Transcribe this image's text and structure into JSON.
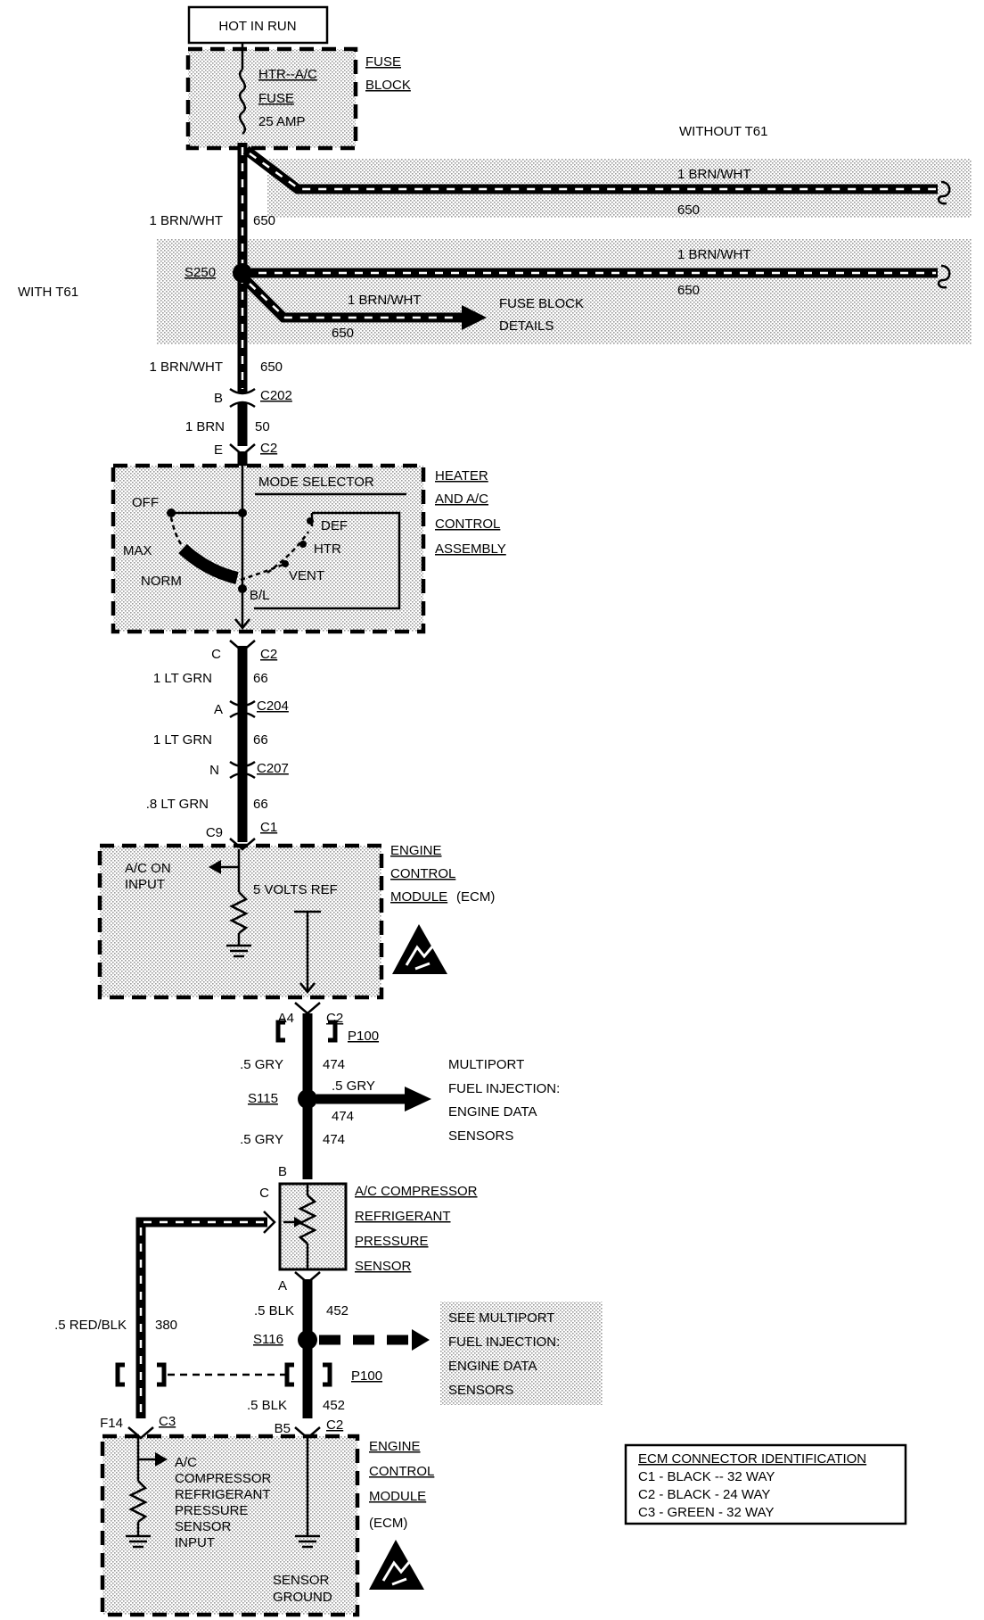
{
  "hot_in_run": "HOT IN RUN",
  "fuse": {
    "name_line1": "HTR--A/C",
    "name_line2": "FUSE",
    "rating": "25 AMP",
    "block_line1": "FUSE",
    "block_line2": "BLOCK"
  },
  "without_t61": {
    "label": "WITHOUT T61",
    "wire_color": "1 BRN/WHT",
    "circuit": "650"
  },
  "with_t61": {
    "label": "WITH T61",
    "splice": "S250",
    "wire_color": "1 BRN/WHT",
    "circuit": "650",
    "branch_color": "1 BRN/WHT",
    "branch_circuit": "650",
    "ref_line1": "FUSE BLOCK",
    "ref_line2": "DETAILS"
  },
  "seg_fuse_s250": {
    "color": "1 BRN/WHT",
    "circuit": "650"
  },
  "seg_s250_c202": {
    "color": "1 BRN/WHT",
    "circuit": "650"
  },
  "c202": {
    "name": "C202",
    "pin": "B"
  },
  "seg_c202_c2": {
    "color": "1 BRN",
    "circuit": "50"
  },
  "hvac_c2_in": {
    "name": "C2",
    "pin": "E"
  },
  "hvac": {
    "title_line1": "HEATER",
    "title_line2": "AND A/C",
    "title_line3": "CONTROL",
    "title_line4": "ASSEMBLY",
    "mode_selector": "MODE SELECTOR",
    "positions": {
      "off": "OFF",
      "max": "MAX",
      "norm": "NORM",
      "def": "DEF",
      "htr": "HTR",
      "vent": "VENT",
      "bl": "B/L"
    }
  },
  "hvac_c2_out": {
    "name": "C2",
    "pin": "C"
  },
  "seg_c2_c204": {
    "color": "1 LT GRN",
    "circuit": "66"
  },
  "c204": {
    "name": "C204",
    "pin": "A"
  },
  "seg_c204_c207": {
    "color": "1 LT GRN",
    "circuit": "66"
  },
  "c207": {
    "name": "C207",
    "pin": "N"
  },
  "seg_c207_c1": {
    "color": ".8 LT GRN",
    "circuit": "66"
  },
  "ecm_c1": {
    "name": "C1",
    "pin": "C9"
  },
  "ecm_top": {
    "input_line1": "A/C  ON",
    "input_line2": "INPUT",
    "vref": "5 VOLTS REF",
    "title_line1": "ENGINE",
    "title_line2": "CONTROL",
    "title_line3": "MODULE",
    "title_suffix": "(ECM)"
  },
  "ecm_c2_a4": {
    "name": "C2",
    "pin": "A4"
  },
  "p100_top": "P100",
  "seg_a4_s115": {
    "color": ".5 GRY",
    "circuit": "474"
  },
  "s115": {
    "name": "S115",
    "branch_color": ".5 GRY",
    "branch_circuit": "474",
    "ref_line1": "MULTIPORT",
    "ref_line2": "FUEL INJECTION:",
    "ref_line3": "ENGINE DATA",
    "ref_line4": "SENSORS"
  },
  "seg_s115_sensor": {
    "color": ".5 GRY",
    "circuit": "474"
  },
  "sensor": {
    "pin_b": "B",
    "pin_c": "C",
    "pin_a": "A",
    "title_line1": "A/C COMPRESSOR",
    "title_line2": "REFRIGERANT",
    "title_line3": "PRESSURE",
    "title_line4": "SENSOR"
  },
  "seg_sensor_c3": {
    "color": ".5 RED/BLK",
    "circuit": "380"
  },
  "seg_sensor_s116": {
    "color": ".5 BLK",
    "circuit": "452"
  },
  "s116": {
    "name": "S116",
    "ref_line1": "SEE MULTIPORT",
    "ref_line2": "FUEL INJECTION:",
    "ref_line3": "ENGINE DATA",
    "ref_line4": "SENSORS"
  },
  "p100_bottom": "P100",
  "seg_s116_b5": {
    "color": ".5 BLK",
    "circuit": "452"
  },
  "ecm_c3": {
    "name": "C3",
    "pin": "F14"
  },
  "ecm_c2_b5": {
    "name": "C2",
    "pin": "B5"
  },
  "ecm_bottom": {
    "input_line1": "A/C",
    "input_line2": "COMPRESSOR",
    "input_line3": "REFRIGERANT",
    "input_line4": "PRESSURE",
    "input_line5": "SENSOR",
    "input_line6": "INPUT",
    "ground_line1": "SENSOR",
    "ground_line2": "GROUND",
    "title_line1": "ENGINE",
    "title_line2": "CONTROL",
    "title_line3": "MODULE",
    "title_line4": "(ECM)"
  },
  "connector_id": {
    "title": "ECM CONNECTOR IDENTIFICATION",
    "rows": [
      "C1 - BLACK -- 32 WAY",
      "C2 - BLACK - 24 WAY",
      "C3 - GREEN - 32 WAY"
    ]
  }
}
